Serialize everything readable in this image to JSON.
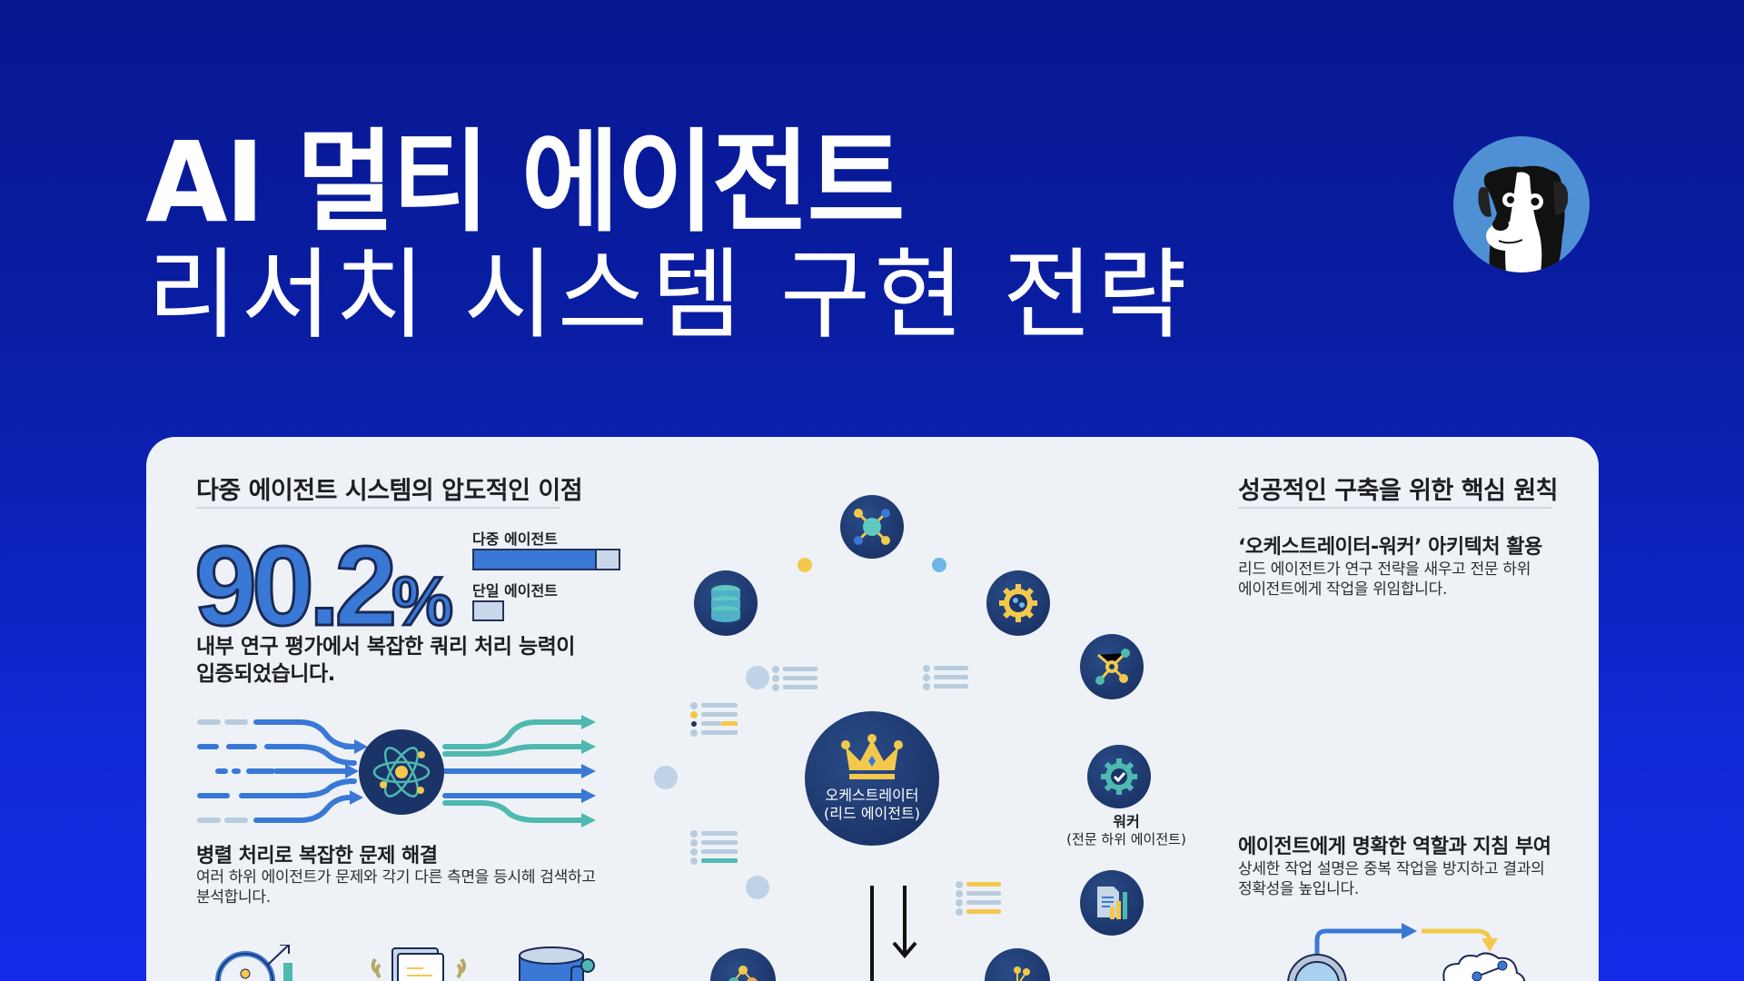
{
  "header": {
    "title_line1": "AI 멀티 에이전트",
    "title_line2": "리서치 시스템 구현 전략",
    "avatar_icon": "dog-avatar-icon"
  },
  "colors": {
    "bg_top": "#07178F",
    "bg_bottom": "#142AE8",
    "card_bg": "#EEF2F7",
    "accent_blue": "#3A78D6",
    "node_navy": "#1B3468",
    "gold": "#F2C94C",
    "teal": "#4FB9B0"
  },
  "left": {
    "heading": "다중 에이전트 시스템의 압도적인 이점",
    "stat_value": "90.2",
    "stat_unit": "%",
    "bars": [
      {
        "label": "다중 에이전트",
        "fill_pct": 85
      },
      {
        "label": "단일 에이전트",
        "fill_pct": 0
      }
    ],
    "stat_caption": "내부 연구 평가에서 복잡한 쿼리 처리 능력이 입증되었습니다.",
    "parallel_title": "병렬 처리로 복잡한 문제 해결",
    "parallel_desc": "여러 하위 에이전트가 문제와 각기 다른 측면을 등시헤 검색하고 분석합니다.",
    "bottom_icons": [
      "target-growth-icon",
      "document-award-icon",
      "database-link-icon"
    ]
  },
  "center": {
    "orchestrator_title": "오케스트레이터",
    "orchestrator_sub": "(리드 에이전트)",
    "worker_title": "워커",
    "worker_sub": "(전문 하위 에이전트)",
    "node_icons": [
      "hub-network-icon",
      "database-icon",
      "gear-globe-icon",
      "network-nodes-icon",
      "gear-check-icon",
      "document-chart-icon",
      "hierarchy-icon",
      "branch-icon"
    ]
  },
  "right": {
    "heading": "성공적인 구축을 위한 핵심 원칙",
    "principles": [
      {
        "title": "‘오케스트레이터-워커’ 아키텍처 활용",
        "desc": "리드 에이전트가 연구 전략을 새우고 전문 하위 에이전트에게 작업을 위임합니다."
      },
      {
        "title": "에이전트에게 명확한 역할과 지침 부여",
        "desc": "상세한 작업 설명은 중복 작업을 방지하고 결과의 정확성을 높입니다."
      }
    ]
  }
}
